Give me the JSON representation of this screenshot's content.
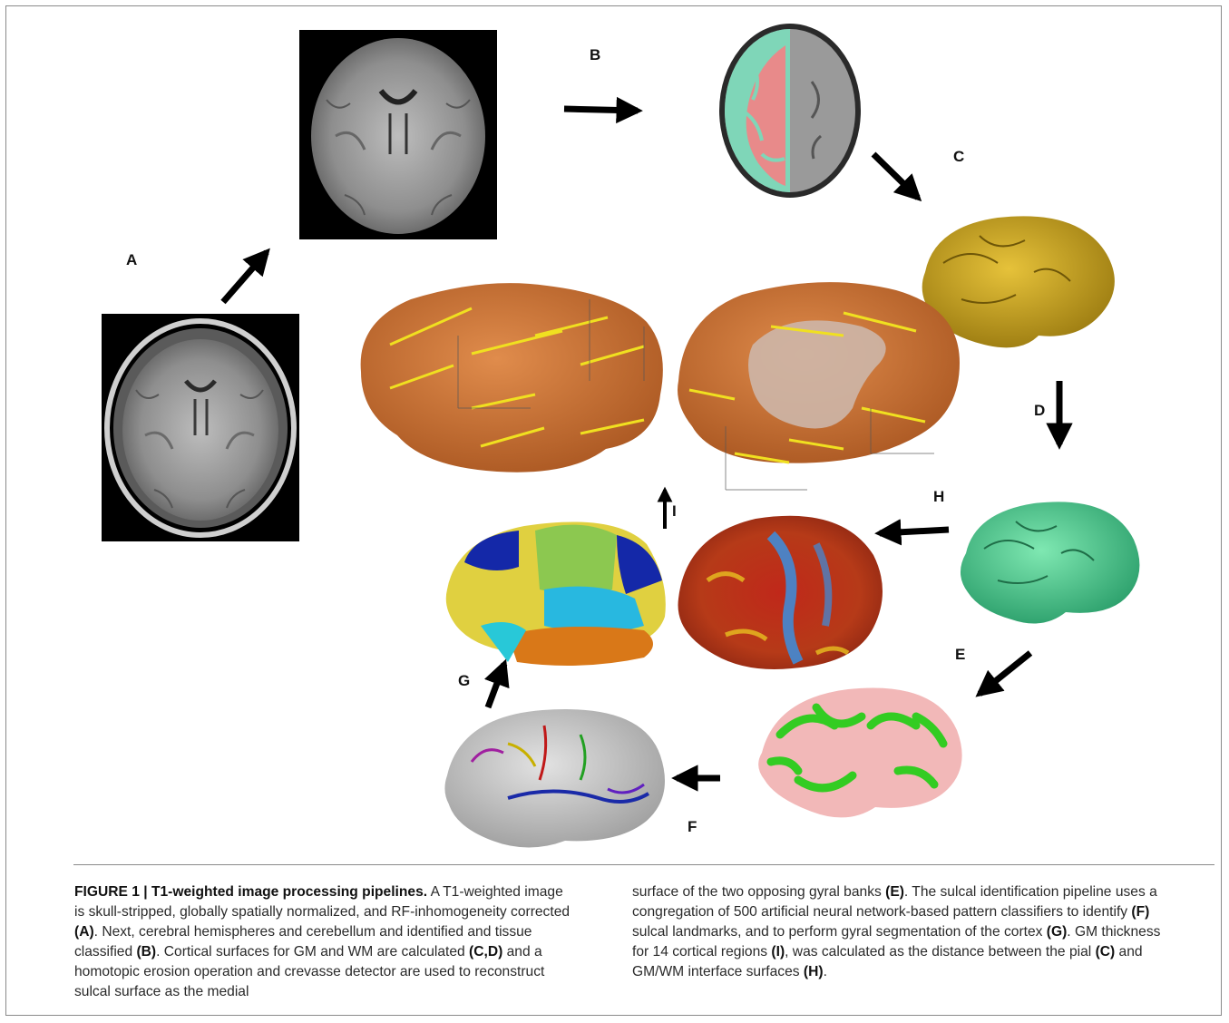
{
  "panel_labels": {
    "a": "A",
    "b": "B",
    "c": "C",
    "d": "D",
    "e": "E",
    "f": "F",
    "g": "G",
    "h": "H",
    "i": "I"
  },
  "caption": {
    "left_paragraph": [
      {
        "text": "FIGURE 1 | T1-weighted image processing pipelines.",
        "bold": true
      },
      {
        "text": " A T1-weighted image is skull-stripped, globally spatially normalized, and RF-inhomogeneity corrected ",
        "bold": false
      },
      {
        "text": "(A)",
        "bold": true
      },
      {
        "text": ". Next, cerebral hemispheres and cerebellum and identified and tissue classified ",
        "bold": false
      },
      {
        "text": "(B)",
        "bold": true
      },
      {
        "text": ". Cortical surfaces for GM and WM are calculated ",
        "bold": false
      },
      {
        "text": "(C,D)",
        "bold": true
      },
      {
        "text": " and a homotopic erosion operation and crevasse detector are used to reconstruct sulcal surface as the medial",
        "bold": false
      }
    ],
    "right_paragraph": [
      {
        "text": "surface of the two opposing gyral banks ",
        "bold": false
      },
      {
        "text": "(E)",
        "bold": true
      },
      {
        "text": ". The sulcal identification pipeline uses a congregation of 500 artificial neural network-based pattern classifiers to identify ",
        "bold": false
      },
      {
        "text": "(F)",
        "bold": true
      },
      {
        "text": " sulcal landmarks, and to perform gyral segmentation of the cortex ",
        "bold": false
      },
      {
        "text": "(G)",
        "bold": true
      },
      {
        "text": ". GM thickness for 14 cortical regions ",
        "bold": false
      },
      {
        "text": "(I)",
        "bold": true
      },
      {
        "text": ", was calculated as the distance between the pial ",
        "bold": false
      },
      {
        "text": "(C)",
        "bold": true
      },
      {
        "text": " and GM/WM interface surfaces ",
        "bold": false
      },
      {
        "text": "(H)",
        "bold": true
      },
      {
        "text": ".",
        "bold": false
      }
    ]
  },
  "colors": {
    "mri_background": "#000000",
    "mri_tissue": "#9a9a9a",
    "segmentation_wm": "#e88a8a",
    "segmentation_gm": "#7fd6b8",
    "pial_surface": "#c9a21e",
    "wm_surface": "#48c98e",
    "sulcal_surface_green": "#33cc22",
    "sulcal_surface_pink": "#f2b8b8",
    "sulcal_label_base": "#bdbdbd",
    "thickness_map_red": "#c0281a",
    "thickness_map_blue": "#3b8fe0",
    "thickness_cortex": "#d2783e",
    "thickness_tracks": "#f0e020",
    "arrow": "#000000"
  }
}
